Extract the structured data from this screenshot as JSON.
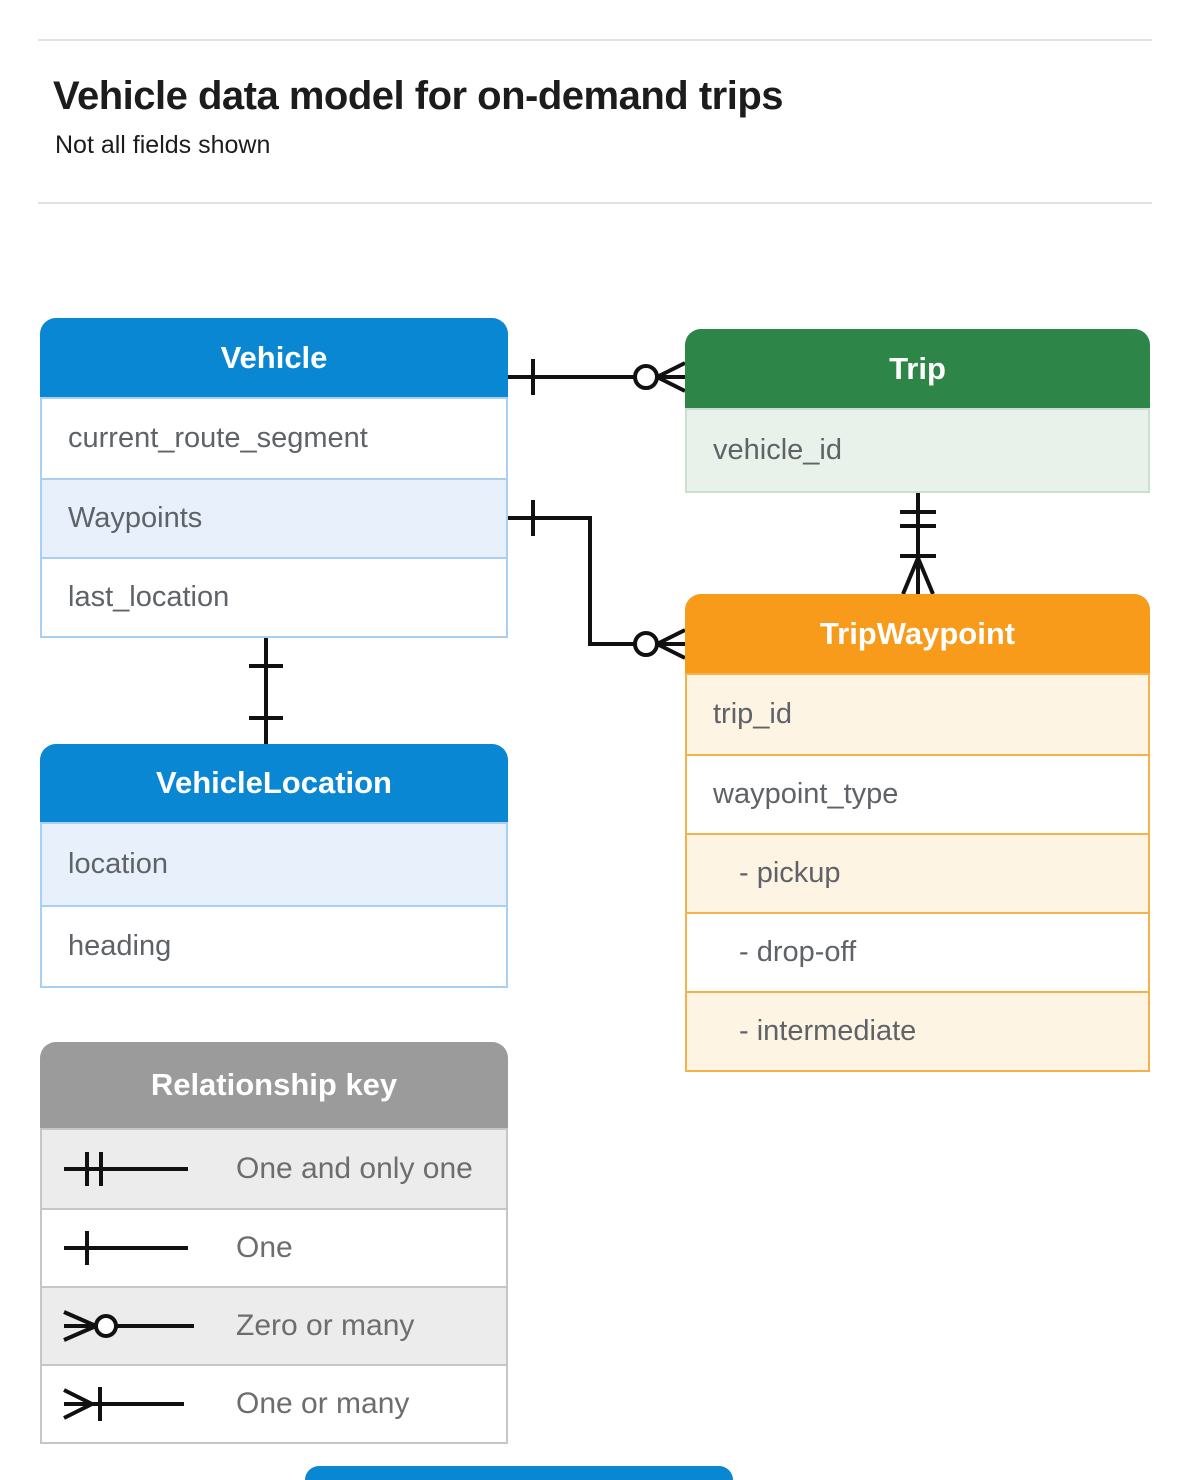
{
  "page": {
    "title": "Vehicle data model for on-demand trips",
    "subtitle": "Not all fields shown"
  },
  "tables": {
    "vehicle": {
      "title": "Vehicle",
      "rows": [
        {
          "label": "current_route_segment"
        },
        {
          "label": "Waypoints"
        },
        {
          "label": "last_location"
        }
      ]
    },
    "trip": {
      "title": "Trip",
      "rows": [
        {
          "label": "vehicle_id"
        }
      ]
    },
    "trip_waypoint": {
      "title": "TripWaypoint",
      "rows": [
        {
          "label": "trip_id"
        },
        {
          "label": "waypoint_type"
        },
        {
          "label": "- pickup",
          "indent": true
        },
        {
          "label": "- drop-off",
          "indent": true
        },
        {
          "label": "- intermediate",
          "indent": true
        }
      ]
    },
    "vehicle_location": {
      "title": "VehicleLocation",
      "rows": [
        {
          "label": "location"
        },
        {
          "label": "heading"
        }
      ]
    }
  },
  "relationship_key": {
    "title": "Relationship key",
    "rows": [
      {
        "symbol": "one-and-only-one",
        "label": "One and only one"
      },
      {
        "symbol": "one",
        "label": "One"
      },
      {
        "symbol": "zero-or-many",
        "label": "Zero or many"
      },
      {
        "symbol": "one-or-many",
        "label": "One or many"
      }
    ]
  },
  "relationships": [
    {
      "from": "Vehicle",
      "from_cardinality": "one",
      "to": "Trip",
      "to_cardinality": "zero-or-many"
    },
    {
      "from": "Vehicle.Waypoints",
      "from_cardinality": "one",
      "to": "TripWaypoint",
      "to_cardinality": "zero-or-many"
    },
    {
      "from": "Trip",
      "from_cardinality": "one-and-only-one",
      "to": "TripWaypoint",
      "to_cardinality": "one-or-many"
    },
    {
      "from": "Vehicle",
      "from_cardinality": "one",
      "to": "VehicleLocation",
      "to_cardinality": "one"
    }
  ],
  "colors": {
    "blue_header": "#0a87d2",
    "blue_row_tint": "#e8f1fb",
    "blue_border": "#a9d0f0",
    "green_header": "#2e8548",
    "green_row_tint": "#e8f2ea",
    "green_border": "#c9e0ce",
    "orange_header": "#f89b1b",
    "orange_row_tint": "#fdf4e4",
    "orange_border": "#f5b14b",
    "gray_header": "#9b9b9b",
    "gray_row_tint": "#ececec",
    "gray_border": "#c6c6c6",
    "field_text": "#5f6368",
    "title_text": "#1c1c1c",
    "connector": "#111111"
  }
}
